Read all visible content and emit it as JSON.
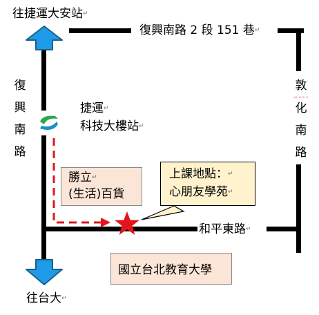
{
  "labels": {
    "mrt_daan": "往捷運大安站",
    "mrt_daan_mark": "↵",
    "fuxing_lane": "復興南路 2 段 151 巷",
    "fuxing_lane_mark": "↵",
    "fuxing_road_chars": [
      "復",
      "興",
      "南",
      "路"
    ],
    "dunhua_road_chars": [
      "敦",
      "化",
      "南",
      "路"
    ],
    "dunhua_mark": "↵",
    "mrt_station_line1": "捷運",
    "mrt_station_line2": "科技大樓站",
    "mark": "↵",
    "store_line1": "勝立",
    "store_line2": "(生活)百貨",
    "callout_line1": "上課地點：",
    "callout_line2": "心朋友學苑",
    "heping_road": "和平東路",
    "university": "國立台北教育大學",
    "to_taida": "往台大"
  },
  "colors": {
    "arrow_fill": "#1e9be8",
    "arrow_stroke": "#1b5f8a",
    "road": "#000000",
    "dashed_route": "#e3141b",
    "star": "#e3141b",
    "box_fill": "#fbe5d6",
    "callout_fill": "#fff2cc",
    "mrt_logo_green": "#2ea84a",
    "mrt_logo_blue": "#1b8fd0"
  }
}
